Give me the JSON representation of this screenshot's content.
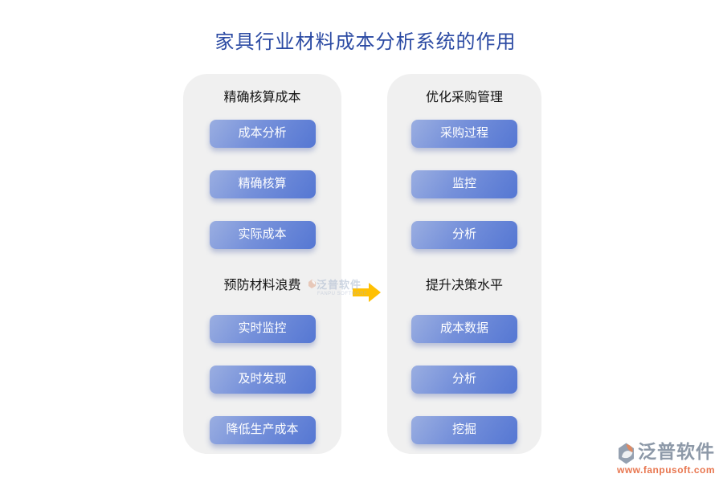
{
  "title": "家具行业材料成本分析系统的作用",
  "panels": [
    {
      "sections": [
        {
          "heading": "精确核算成本",
          "buttons": [
            "成本分析",
            "精确核算",
            "实际成本"
          ]
        },
        {
          "heading": "预防材料浪费",
          "buttons": [
            "实时监控",
            "及时发现",
            "降低生产成本"
          ]
        }
      ]
    },
    {
      "sections": [
        {
          "heading": "优化采购管理",
          "buttons": [
            "采购过程",
            "监控",
            "分析"
          ]
        },
        {
          "heading": "提升决策水平",
          "buttons": [
            "成本数据",
            "分析",
            "挖掘"
          ]
        }
      ]
    }
  ],
  "watermark": {
    "text": "泛普软件",
    "subtext": "FANPU SOFTWARE"
  },
  "footer": {
    "brand": "泛普软件",
    "url": "www.fanpusoft.com"
  },
  "icons": {
    "flow_arrow": "right-arrow-icon",
    "brand_logo": "fanpu-logo-icon"
  },
  "colors": {
    "title": "#2b4aa3",
    "panel_bg": "#f0f0f0",
    "button_gradient_start": "#9aaee1",
    "button_gradient_end": "#5577d3",
    "button_text": "#ffffff",
    "arrow": "#ffc003",
    "brand_text": "#8d99a8",
    "url_text": "#e8764f"
  }
}
